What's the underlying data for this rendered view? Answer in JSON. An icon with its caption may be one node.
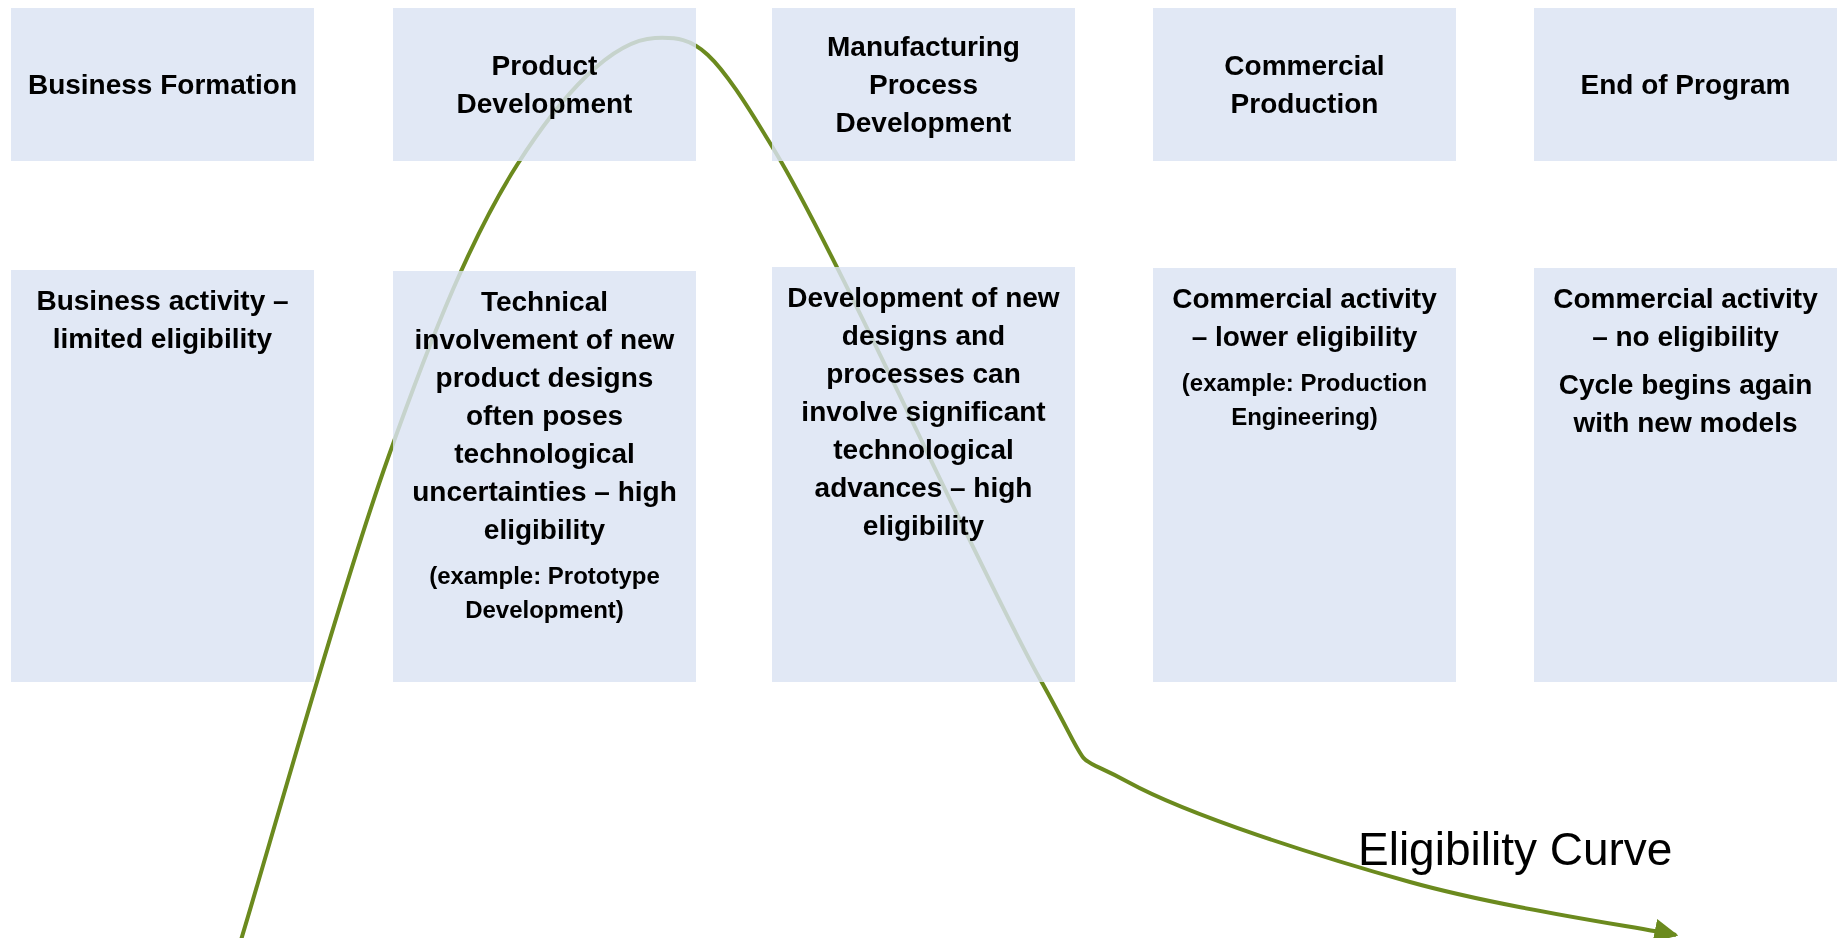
{
  "diagram": {
    "nodes": [
      {
        "text": [
          "Business Formation"
        ]
      },
      {
        "text": [
          "Product Development"
        ]
      },
      {
        "text": [
          "Manufacturing Process Development"
        ]
      },
      {
        "text": [
          "Commercial Production"
        ]
      },
      {
        "text": [
          "End of Program"
        ]
      },
      {
        "text": [
          "Business activity – limited eligibility"
        ]
      },
      {
        "text": [
          "Technical involvement of new product designs often poses technological uncertainties  – high eligibility",
          "(example: Prototype Development)"
        ]
      },
      {
        "text": [
          "Development of new designs and processes can involve significant technological advances  – high eligibility"
        ]
      },
      {
        "text": [
          "Commercial activity – lower eligibility",
          "(example: Production Engineering)"
        ]
      },
      {
        "text": [
          "Commercial activity – no eligibility",
          "Cycle begins again with new models"
        ]
      }
    ],
    "labels": [
      "Eligibility Curve"
    ]
  }
}
